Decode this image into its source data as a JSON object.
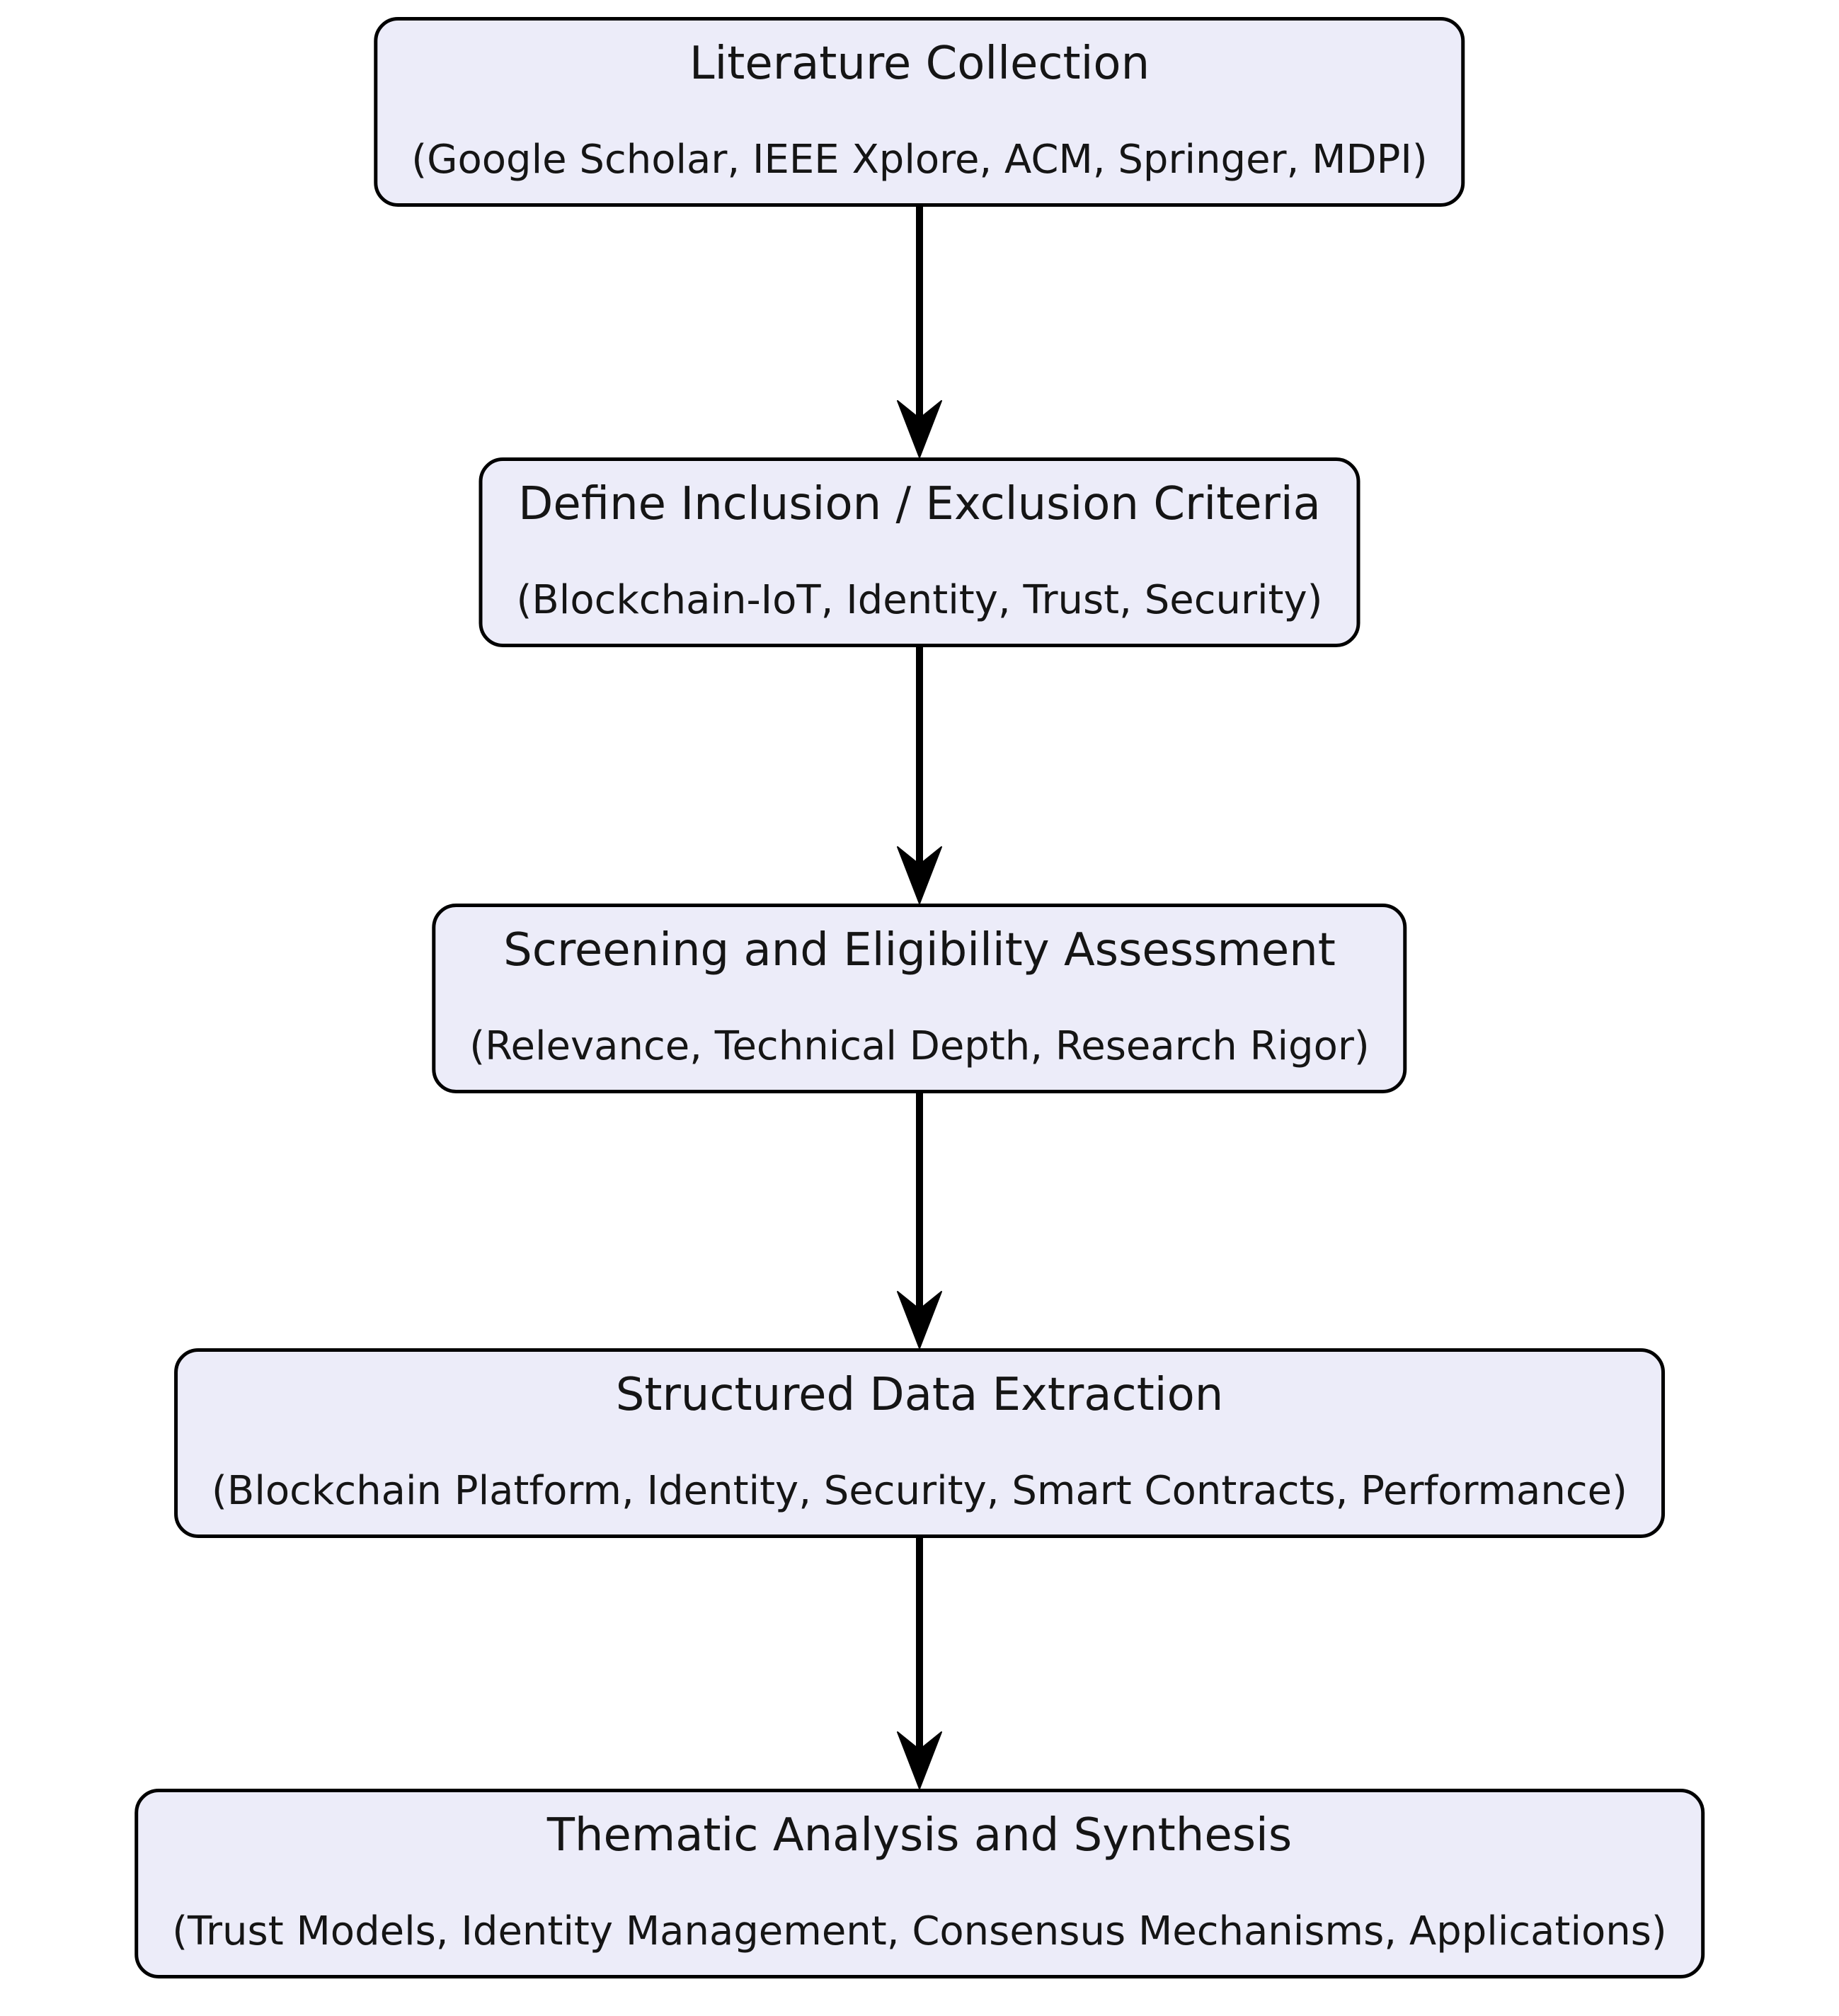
{
  "diagram": {
    "type": "flowchart",
    "direction": "top-down",
    "nodes": [
      {
        "id": "literature-collection",
        "title": "Literature Collection",
        "subtitle": "(Google Scholar, IEEE Xplore, ACM, Springer, MDPI)"
      },
      {
        "id": "inclusion-exclusion-criteria",
        "title": "Define Inclusion / Exclusion Criteria",
        "subtitle": "(Blockchain-IoT, Identity, Trust, Security)"
      },
      {
        "id": "screening-eligibility",
        "title": "Screening and Eligibility Assessment",
        "subtitle": "(Relevance, Technical Depth, Research Rigor)"
      },
      {
        "id": "structured-data-extraction",
        "title": "Structured Data Extraction",
        "subtitle": "(Blockchain Platform, Identity, Security, Smart Contracts, Performance)"
      },
      {
        "id": "thematic-analysis",
        "title": "Thematic Analysis and Synthesis",
        "subtitle": "(Trust Models, Identity Management, Consensus Mechanisms, Applications)"
      }
    ],
    "edges": [
      {
        "from": "literature-collection",
        "to": "inclusion-exclusion-criteria"
      },
      {
        "from": "inclusion-exclusion-criteria",
        "to": "screening-eligibility"
      },
      {
        "from": "screening-eligibility",
        "to": "structured-data-extraction"
      },
      {
        "from": "structured-data-extraction",
        "to": "thematic-analysis"
      }
    ],
    "colors": {
      "node_fill": "#ECECF9",
      "node_border": "#000000",
      "arrow": "#000000",
      "background": "#FFFFFF",
      "text": "#151515"
    }
  }
}
